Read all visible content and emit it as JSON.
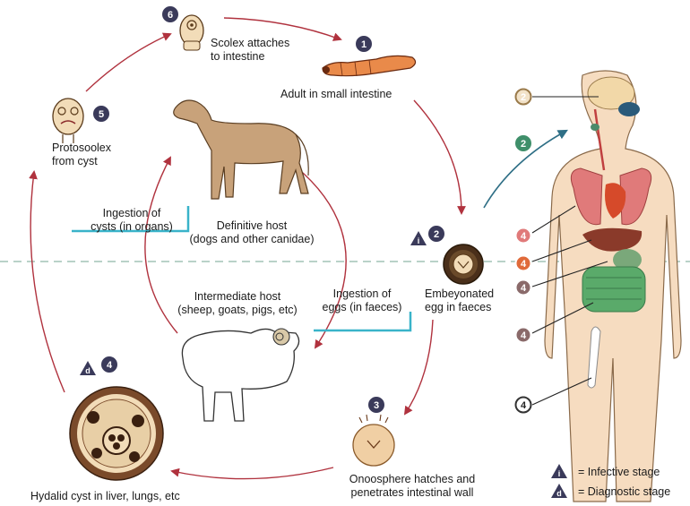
{
  "labels": {
    "scolex": [
      "Scolex attaches",
      "to intestine"
    ],
    "adult": "Adult in small intestine",
    "protoscolex": [
      "Protosoolex",
      "from cyst"
    ],
    "ingest_cysts": [
      "Ingestion of",
      "cysts (in organs)"
    ],
    "definitive": [
      "Definitive host",
      "(dogs and other canidae)"
    ],
    "intermediate": [
      "Intermediate host",
      "(sheep, goats, pigs, etc)"
    ],
    "ingest_eggs": [
      "Ingestion of",
      "eggs (in faeces)"
    ],
    "egg": [
      "Embeyonated",
      "egg in faeces"
    ],
    "oncosphere": [
      "Onoosphere hatches and",
      "penetrates intestinal wall"
    ],
    "hydatid": "Hydalid cyst in liver, lungs, etc"
  },
  "stage_numbers": {
    "adult": "1",
    "egg": "2",
    "oncosphere": "3",
    "cyst": "4",
    "protoscolex": "5",
    "scolex": "6",
    "human_arrow": "2"
  },
  "human_markers": [
    "2",
    "4",
    "4",
    "4",
    "4",
    "4"
  ],
  "legend": {
    "infective_symbol": "i",
    "infective": "= Infective stage",
    "diagnostic_symbol": "d",
    "diagnostic": "= Diagnostic stage"
  },
  "colors": {
    "cycle_arrow": "#b0323e",
    "human_arrow": "#2f6f86",
    "ingest_bar": "#39b3c9",
    "dashed_line": "#8fb8a8",
    "badge": "#3a3a5a"
  }
}
